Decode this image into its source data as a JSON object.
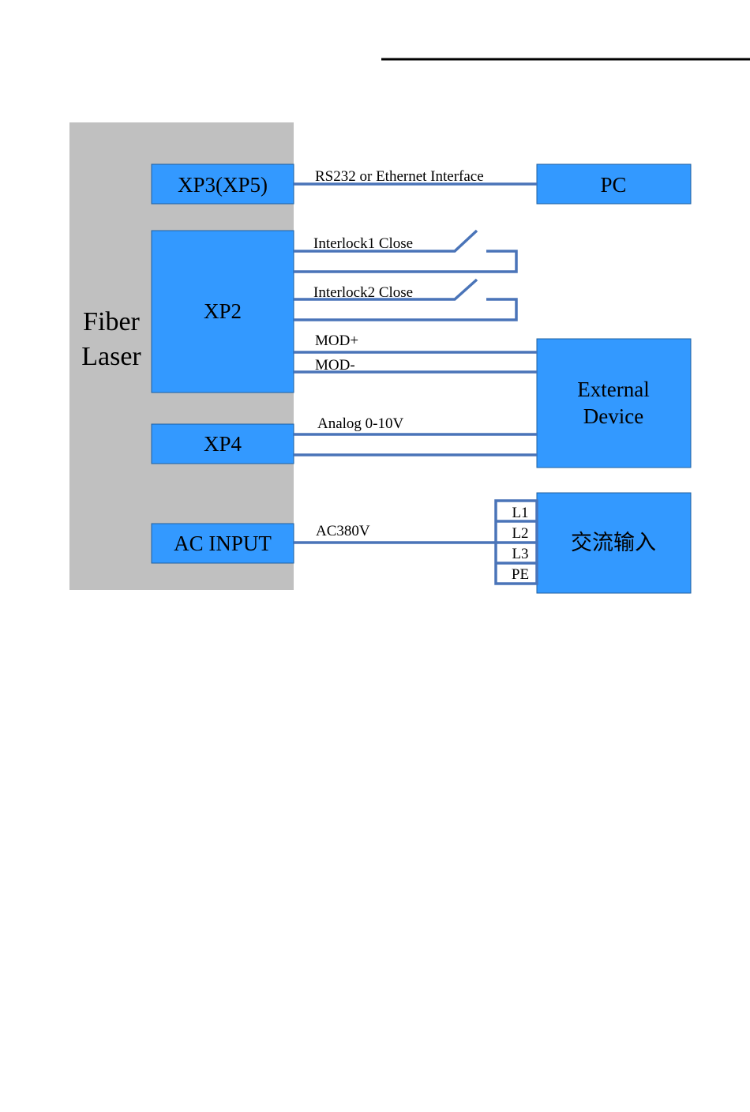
{
  "colors": {
    "block": "#3399ff",
    "wire": "#4a74b8",
    "laser_panel": "#c0c0c0"
  },
  "laser": {
    "line1": "Fiber",
    "line2": "Laser"
  },
  "ports": {
    "xp3": "XP3(XP5)",
    "xp2": "XP2",
    "xp4": "XP4",
    "ac_input": "AC INPUT"
  },
  "devices": {
    "pc": "PC",
    "external_line1": "External",
    "external_line2": "Device",
    "ac_power": "交流输入"
  },
  "connections": {
    "rs232": "RS232 or Ethernet Interface",
    "interlock1": "Interlock1 Close",
    "interlock2": "Interlock2 Close",
    "mod_plus": "MOD+",
    "mod_minus": "MOD-",
    "analog": "Analog 0-10V",
    "ac380": "AC380V"
  },
  "pins": [
    "L1",
    "L2",
    "L3",
    "PE"
  ]
}
